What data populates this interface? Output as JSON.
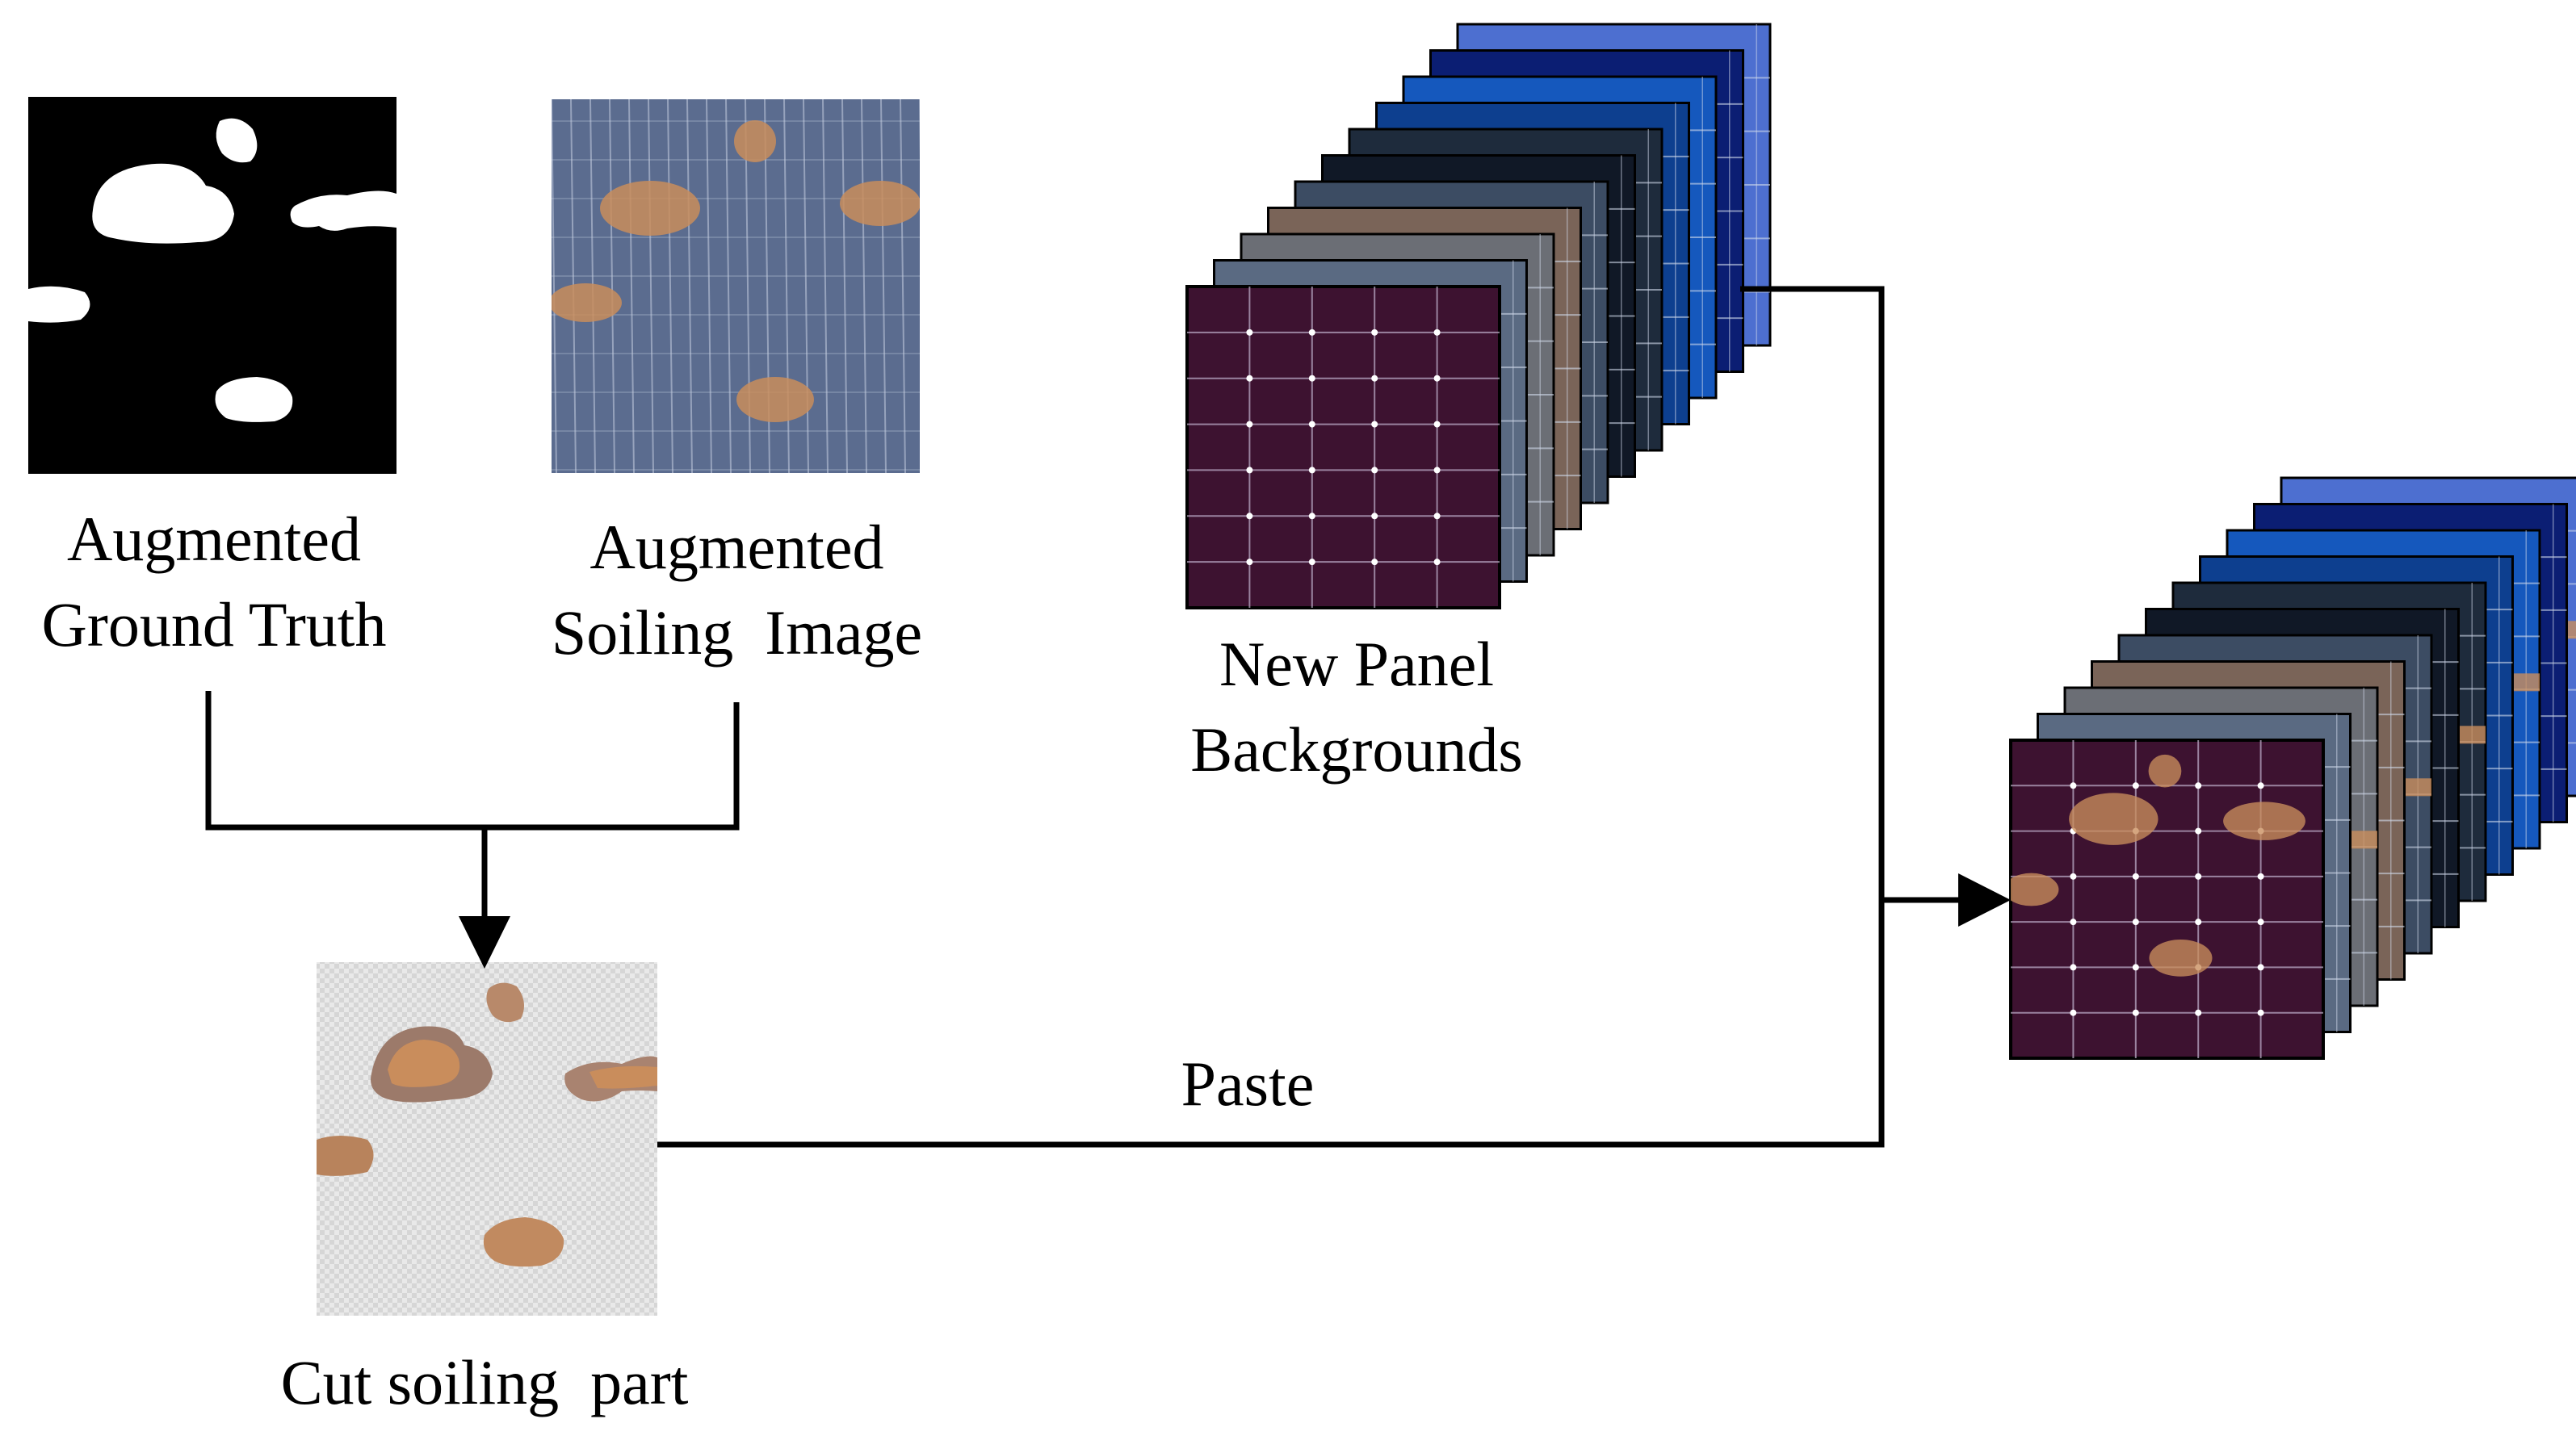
{
  "labels": {
    "ground_truth": [
      "Augmented",
      "Ground Truth"
    ],
    "soiling_image": [
      "Augmented",
      "Soiling  Image"
    ],
    "backgrounds": [
      "New Panel",
      "Backgrounds"
    ],
    "cut": "Cut soiling  part",
    "paste": "Paste"
  },
  "colors": {
    "line": "#000000",
    "mask_bg": "#000000",
    "mask_blob": "#ffffff",
    "soil": "#c98d5c",
    "soil_panel_bg": "#5b6c8f",
    "soil_panel_grid": "#c7d0e2",
    "checker_a": "#e9e9e9",
    "checker_b": "#d6d6d6",
    "front_panel": "#3d1230",
    "panel_stack": [
      "#5a6a82",
      "#6b6e75",
      "#7a6458",
      "#3c4c63",
      "#101826",
      "#1e2b3c",
      "#0d3f8f",
      "#1558bd",
      "#0b1e73",
      "#4d6fd0"
    ],
    "cut_soiling_grid_note": ""
  }
}
